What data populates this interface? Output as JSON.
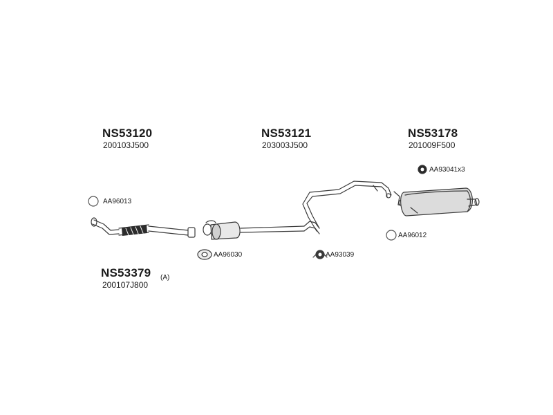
{
  "sections": [
    {
      "part_number": "NS53120",
      "oem_number": "200103J500"
    },
    {
      "part_number": "NS53121",
      "oem_number": "203003J500"
    },
    {
      "part_number": "NS53178",
      "oem_number": "201009F500"
    },
    {
      "part_number": "NS53379",
      "suffix": "(A)",
      "oem_number": "200107J800"
    }
  ],
  "accessories": [
    {
      "code": "AA96013",
      "icon": "ring-gasket-icon"
    },
    {
      "code": "AA96030",
      "icon": "flange-gasket-icon"
    },
    {
      "code": "AA93039",
      "icon": "rubber-hanger-icon"
    },
    {
      "code": "AA96012",
      "icon": "ring-gasket-icon"
    },
    {
      "code": "AA93041x3",
      "icon": "rubber-mount-icon"
    }
  ]
}
